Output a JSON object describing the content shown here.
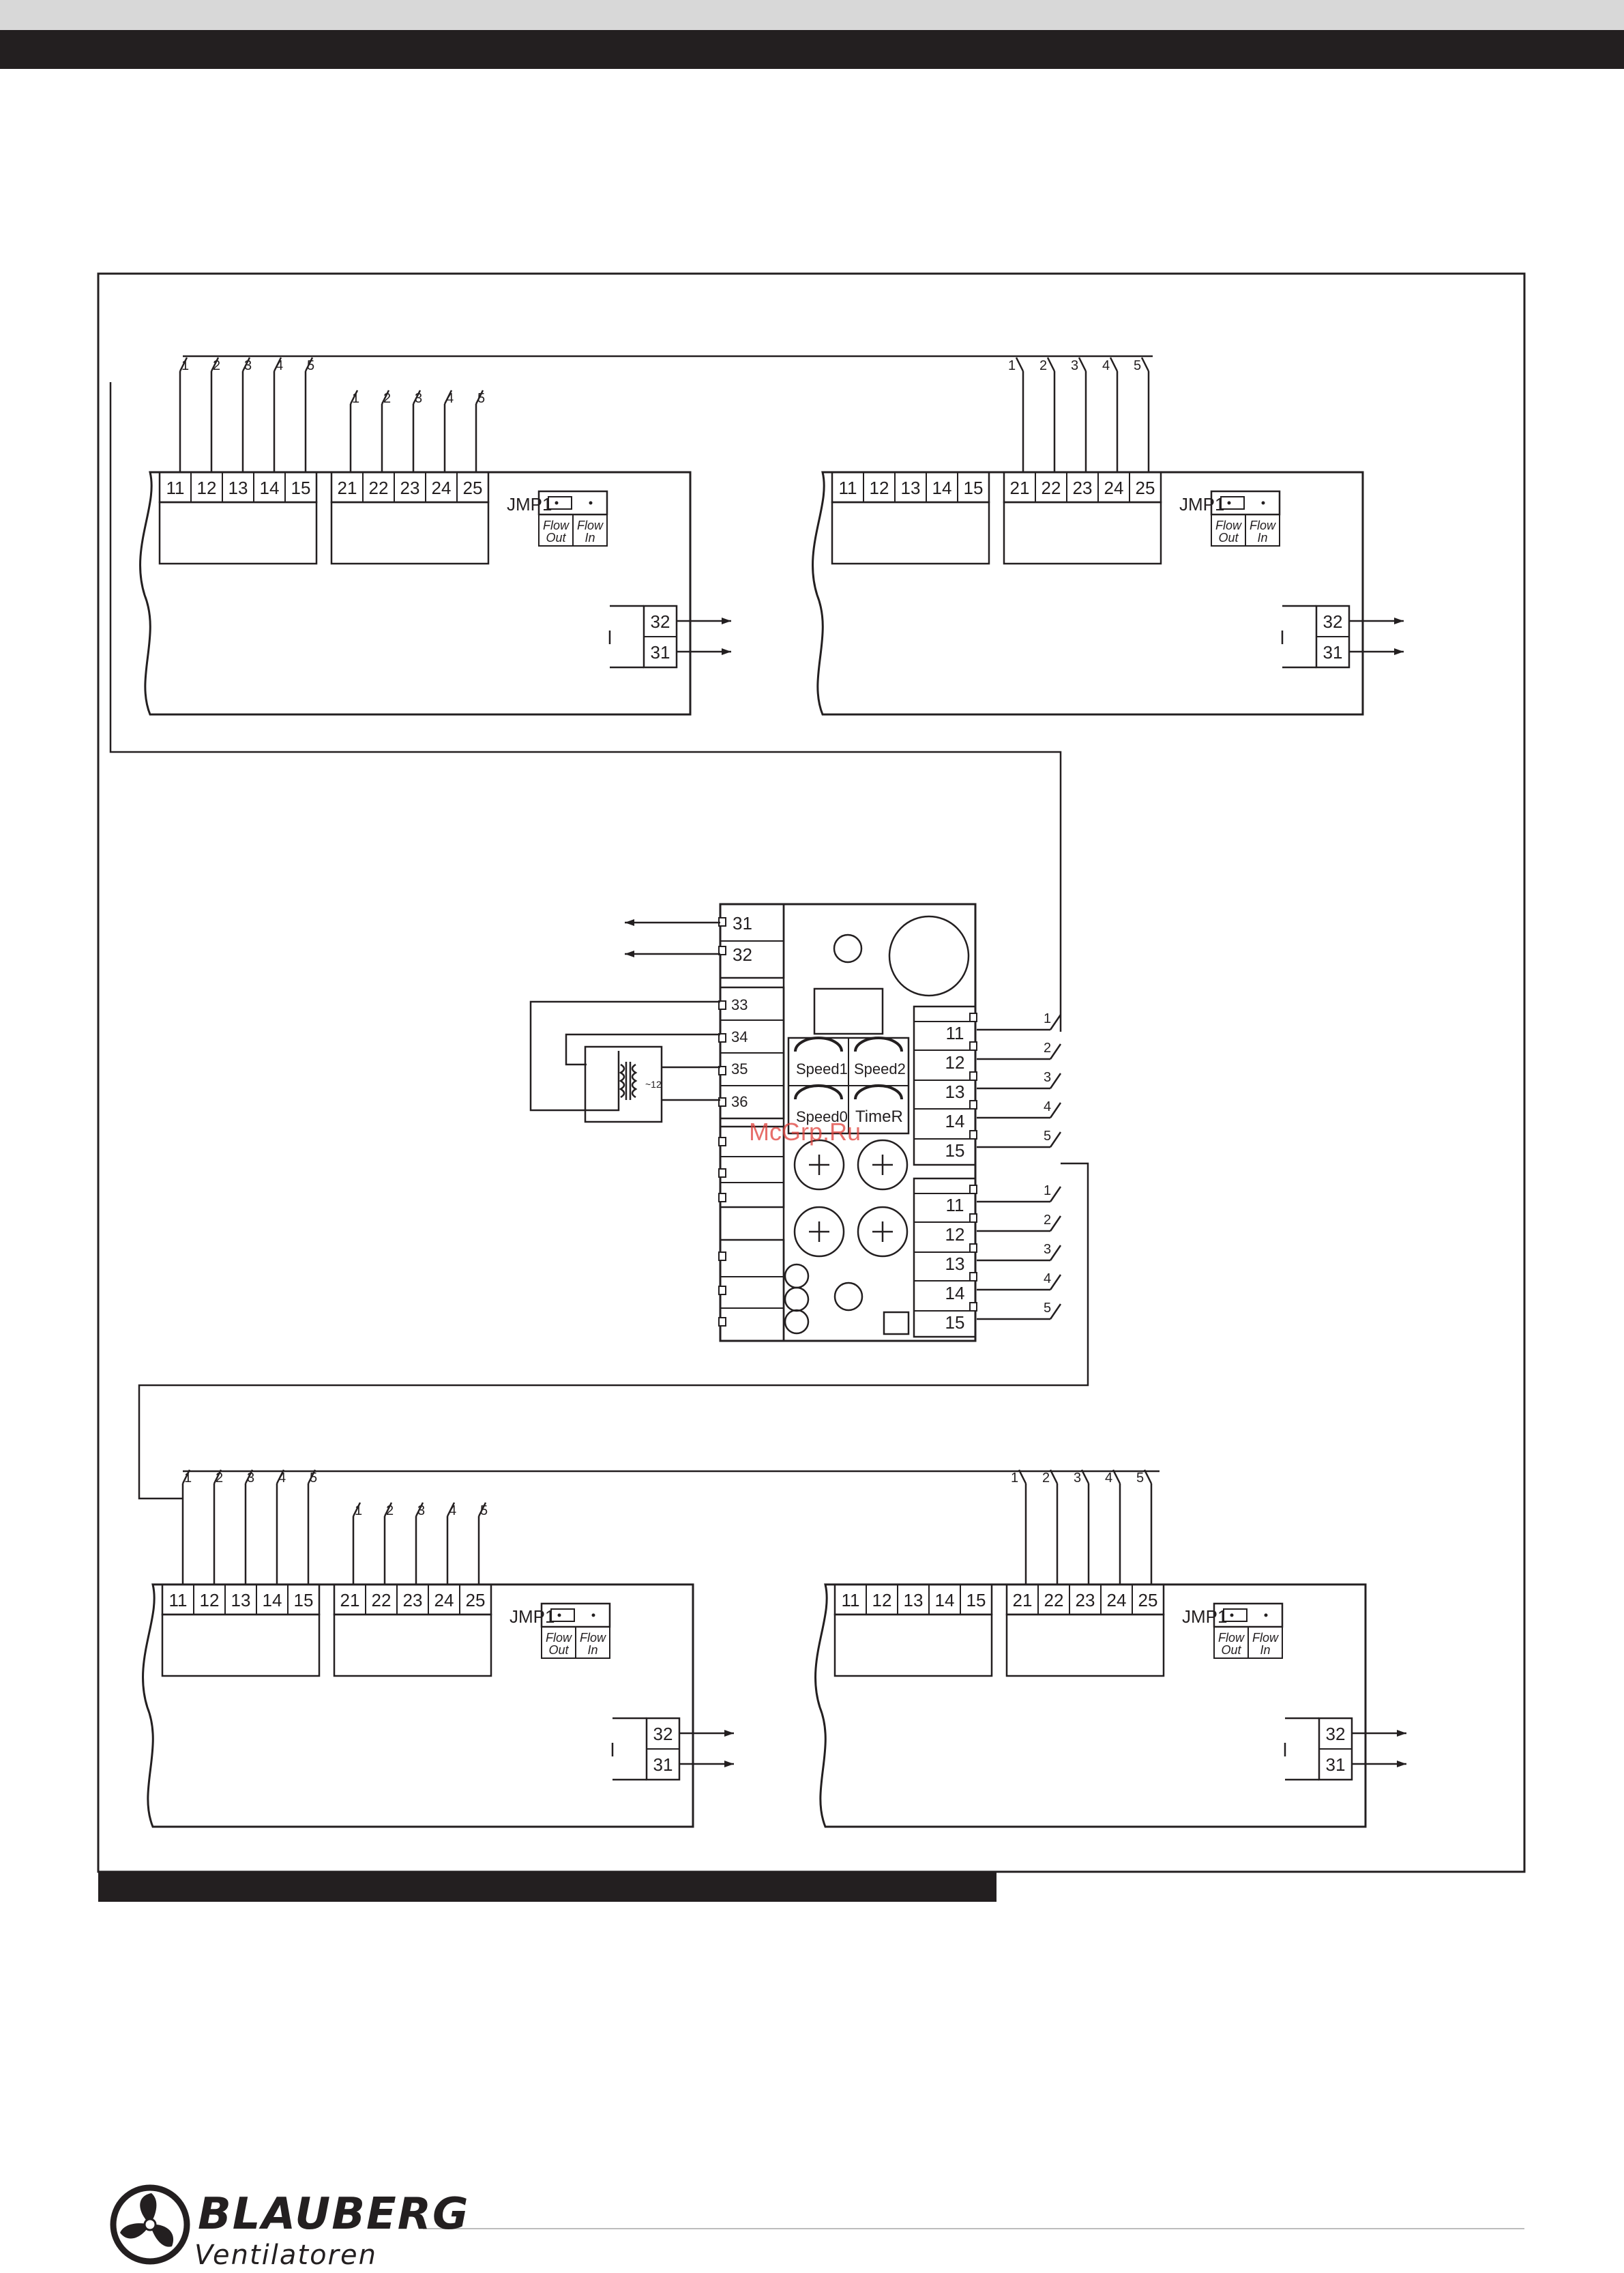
{
  "module": {
    "upper_terminals": [
      "11",
      "12",
      "13",
      "14",
      "15"
    ],
    "lower_terminals": [
      "21",
      "22",
      "23",
      "24",
      "25"
    ],
    "wire_numbers": [
      "1",
      "2",
      "3",
      "4",
      "5"
    ],
    "jumper_label": "JMP1",
    "flow_out": [
      "Flow",
      "Out"
    ],
    "flow_in": [
      "Flow",
      "In"
    ],
    "output_terminals": [
      "32",
      "31"
    ]
  },
  "controller": {
    "left_terminals_top": [
      "31",
      "32"
    ],
    "left_terminals_mid": [
      "33",
      "34",
      "35",
      "36"
    ],
    "transformer_label": "~12",
    "knob_labels": [
      "Speed1",
      "Speed2",
      "Speed0",
      "TimeR"
    ],
    "right_terminals": [
      "11",
      "12",
      "13",
      "14",
      "15"
    ],
    "wire_numbers": [
      "1",
      "2",
      "3",
      "4",
      "5"
    ]
  },
  "watermark": "McGrp.Ru",
  "logo": {
    "name": "BLAUBERG",
    "subtitle": "Ventilatoren"
  }
}
